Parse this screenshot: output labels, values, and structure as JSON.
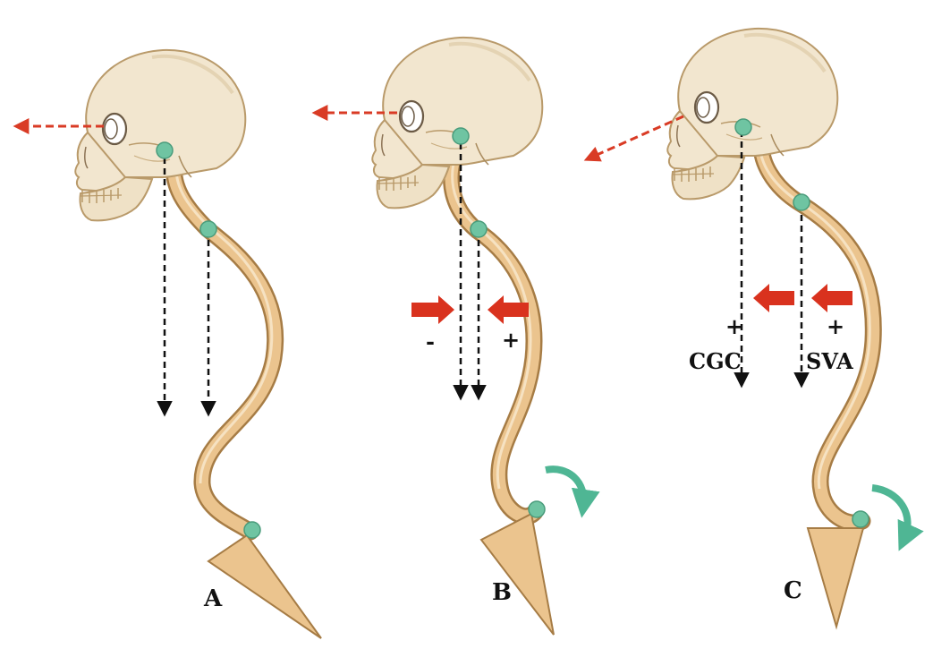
{
  "panels": [
    {
      "label": "A"
    },
    {
      "label": "B",
      "left_sign": "-",
      "right_sign": "+"
    },
    {
      "label": "C",
      "left_sign": "+",
      "right_sign": "+",
      "left_tag": "CGC",
      "right_tag": "SVA"
    }
  ],
  "colors": {
    "bone": "#f2e6cf",
    "bone_stroke": "#b99a6a",
    "spine": "#ebc48e",
    "spine_stroke": "#a67c45",
    "joint": "#6fc4a2",
    "gaze_arrow": "#d93b25",
    "force_arrow": "#d9321e",
    "plumb_line": "#111111",
    "rotation_arrow": "#4fb694"
  }
}
